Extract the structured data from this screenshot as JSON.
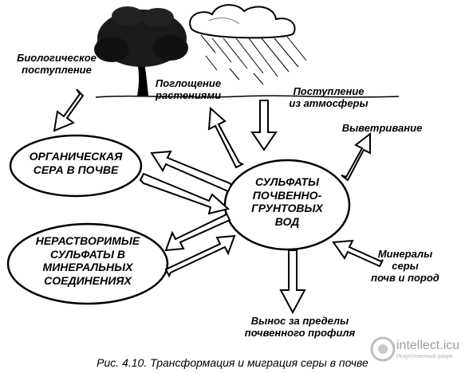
{
  "labels": {
    "bio_input": "Биологическое\nпоступление",
    "plant_uptake": "Поглощение\nрастениями",
    "atmo_input": "Поступление\nиз атмосферы",
    "weathering": "Выветривание",
    "minerals": "Минералы\nсеры\nпочв и пород",
    "removal": "Вынос за пределы\nпочвенного профиля"
  },
  "nodes": {
    "organic": "ОРГАНИЧЕСКАЯ\nСЕРА В ПОЧВЕ",
    "insoluble": "НЕРАСТВОРИМЫЕ\nСУЛЬФАТЫ В\nМИНЕРАЛЬНЫХ\nСОЕДИНЕНИЯХ",
    "sulfates": "СУЛЬФАТЫ\nПОЧВЕННО-\nГРУНТОВЫХ\nВОД"
  },
  "caption": "Рис. 4.10. Трансформация и миграция серы в почве",
  "watermark": {
    "brand": "intellect.icu",
    "tagline": "Искусственный разум"
  },
  "colors": {
    "ink": "#000000",
    "watermark": "#9aa0a6"
  }
}
